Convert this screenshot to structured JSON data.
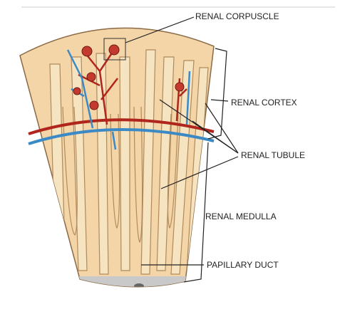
{
  "labels": {
    "renal_corpuscle": "RENAL CORPUSCLE",
    "renal_cortex": "RENAL CORTEX",
    "renal_tubule": "RENAL TUBULE",
    "renal_medulla": "RENAL MEDULLA",
    "papillary_duct": "PAPILLARY DUCT"
  },
  "colors": {
    "tissue": "#f3d5a8",
    "tubule": "#f6e3c0",
    "outline": "#8a6a45",
    "artery": "#b0261d",
    "vein": "#3b8ac6",
    "papilla": "#9a9a9a"
  }
}
